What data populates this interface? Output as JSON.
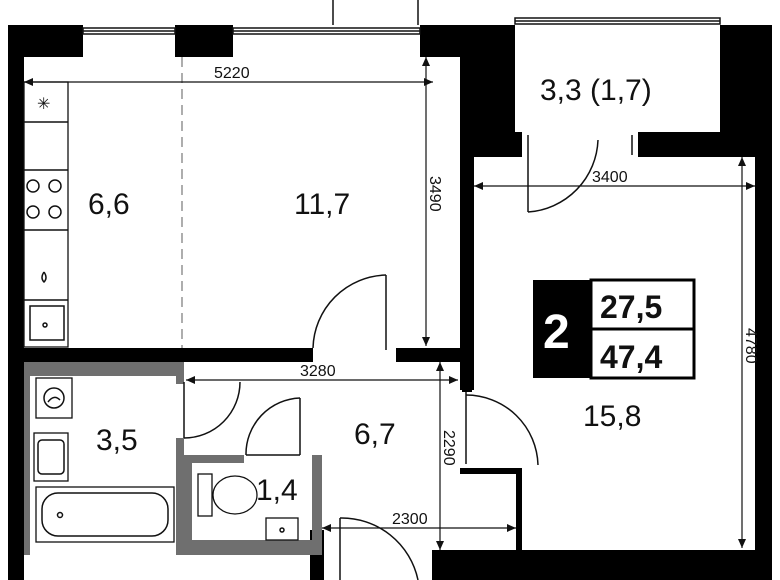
{
  "rooms": {
    "kitchen": "6,6",
    "living": "11,7",
    "balcony": "3,3 (1,7)",
    "bedroom": "15,8",
    "bathroom": "3,5",
    "hall": "6,7",
    "toilet": "1,4"
  },
  "dimensions": {
    "d5220": "5220",
    "d3490": "3490",
    "d3400": "3400",
    "d4780": "4780",
    "d3280": "3280",
    "d2290": "2290",
    "d2300": "2300"
  },
  "badge": {
    "rooms_count": "2",
    "living_area": "27,5",
    "total_area": "47,4"
  },
  "colors": {
    "wall": "#000000",
    "wet_zone": "#6f6f6f",
    "background": "#ffffff"
  }
}
